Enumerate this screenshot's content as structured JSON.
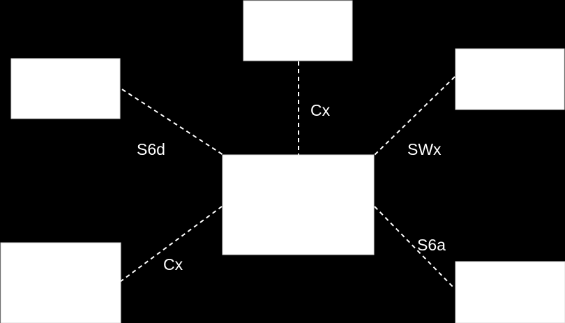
{
  "diagram": {
    "background": "#000000",
    "node_color": "#ffffff",
    "line_color": "#ffffff",
    "line_style": "dashed",
    "links": {
      "top": {
        "label": "Cx"
      },
      "upper_left": {
        "label": "S6d"
      },
      "upper_right": {
        "label": "SWx"
      },
      "lower_left": {
        "label": "Cx"
      },
      "lower_right": {
        "label": "S6a"
      }
    }
  }
}
